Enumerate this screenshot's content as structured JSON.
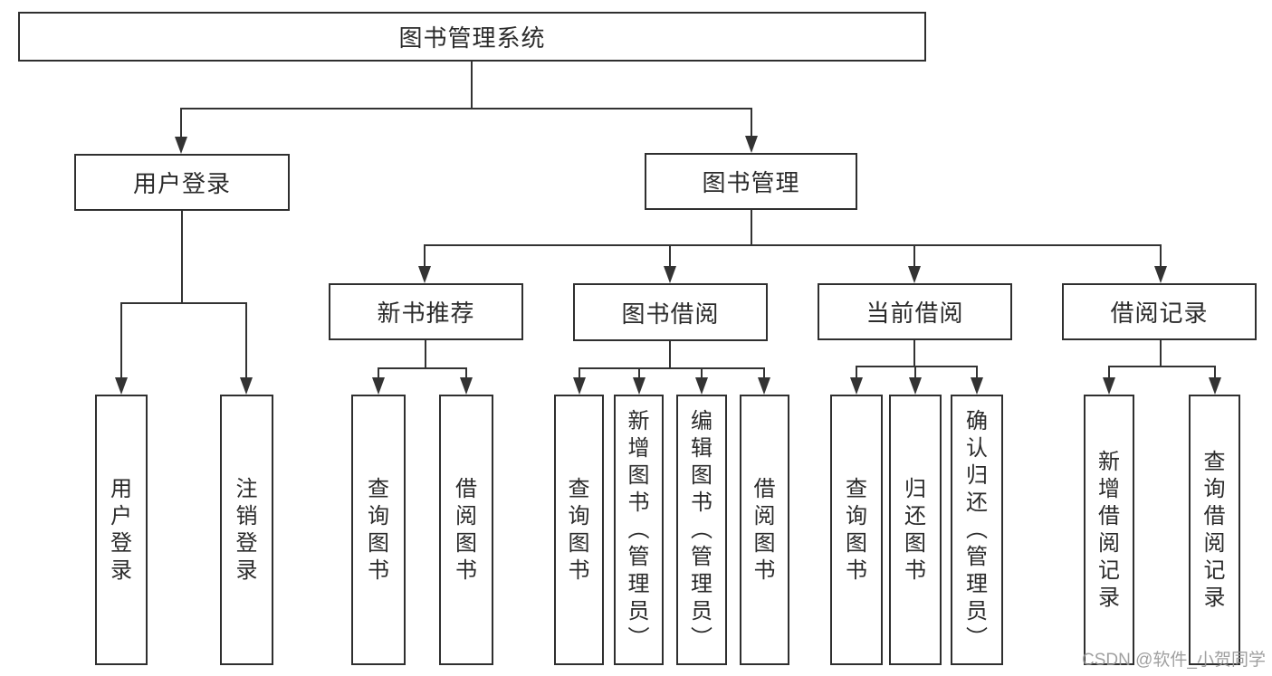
{
  "tree": {
    "label": "图书管理系统",
    "children": [
      {
        "label": "用户登录",
        "children": [
          {
            "label": "用户登录"
          },
          {
            "label": "注销登录"
          }
        ]
      },
      {
        "label": "图书管理",
        "children": [
          {
            "label": "新书推荐",
            "children": [
              {
                "label": "查询图书"
              },
              {
                "label": "借阅图书"
              }
            ]
          },
          {
            "label": "图书借阅",
            "children": [
              {
                "label": "查询图书"
              },
              {
                "label": "新增图书（管理员）"
              },
              {
                "label": "编辑图书（管理员）"
              },
              {
                "label": "借阅图书"
              }
            ]
          },
          {
            "label": "当前借阅",
            "children": [
              {
                "label": "查询图书"
              },
              {
                "label": "归还图书"
              },
              {
                "label": "确认归还（管理员）"
              }
            ]
          },
          {
            "label": "借阅记录",
            "children": [
              {
                "label": "新增借阅记录"
              },
              {
                "label": "查询借阅记录"
              }
            ]
          }
        ]
      }
    ]
  },
  "watermark": {
    "text": "CSDN @软件_小贺同学"
  },
  "colors": {
    "line": "#333333",
    "border": "#2f2f2f",
    "text": "#2b2b2b",
    "watermark": "#969696",
    "background": "#ffffff"
  }
}
